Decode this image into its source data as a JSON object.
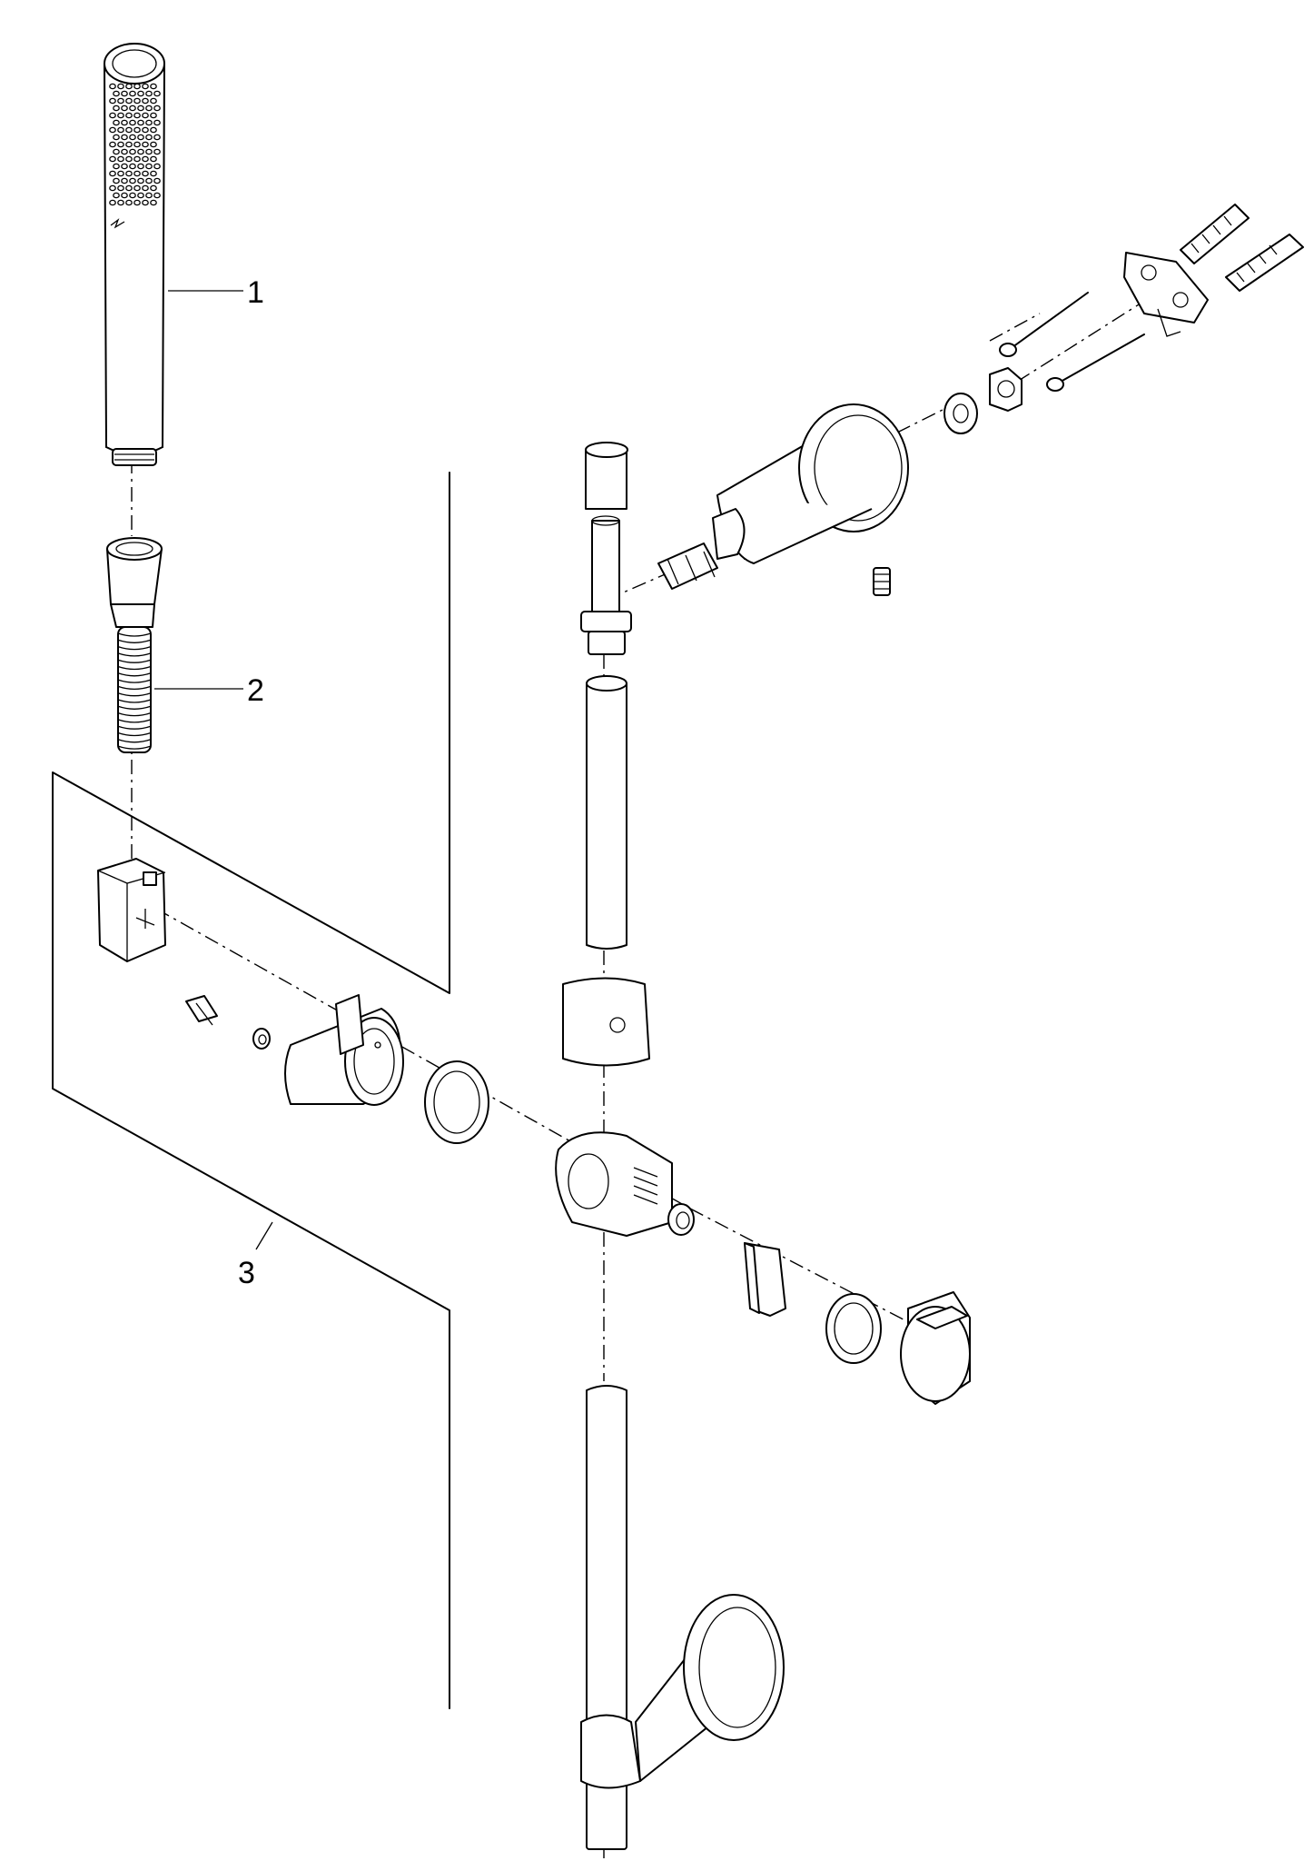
{
  "callouts": [
    {
      "id": "1",
      "text": "1"
    },
    {
      "id": "2",
      "text": "2"
    },
    {
      "id": "3",
      "text": "3"
    }
  ],
  "colors": {
    "line": "#000000",
    "background": "#ffffff"
  },
  "parts": [
    "hand-shower",
    "shower-hose",
    "slide-holder-assembly",
    "shower-rail",
    "upper-wall-bracket",
    "lower-wall-bracket",
    "mounting-fixings"
  ]
}
